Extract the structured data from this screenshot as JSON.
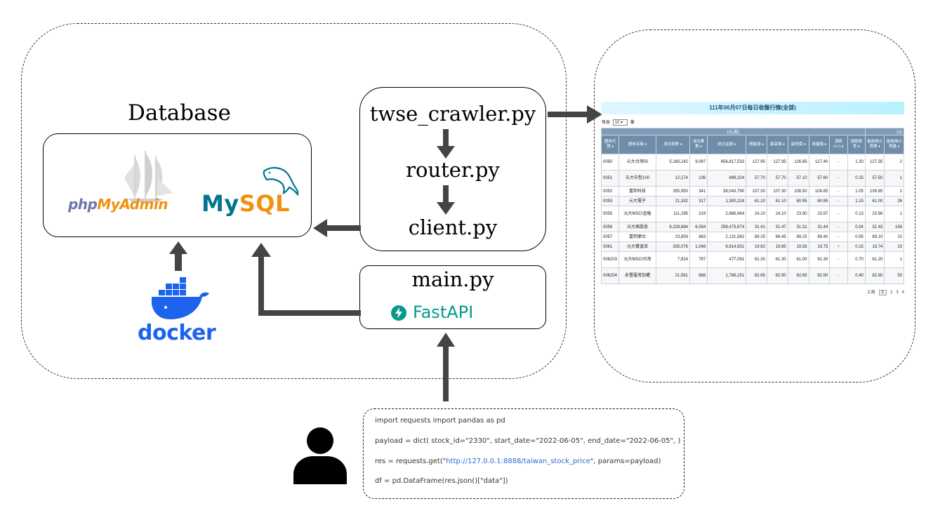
{
  "database": {
    "title": "Database",
    "phpmyadmin_php": "php",
    "phpmyadmin_myadmin": "MyAdmin",
    "mysql_my": "My",
    "mysql_sql": "SQL",
    "docker_label": "docker"
  },
  "pipeline": {
    "crawler": "twse_crawler.py",
    "router": "router.py",
    "client": "client.py",
    "main": "main.py",
    "fastapi": "FastAPI"
  },
  "stock_table": {
    "title": "111年06月07日每日收盤行情(全部)",
    "per_page_prefix": "每頁",
    "per_page_value": "10",
    "per_page_suffix": "筆",
    "group_header": "(元,股)",
    "group_header_right": "(元",
    "columns": [
      "證券代號 ♦",
      "證券名稱 ♦",
      "成交股數 ♦",
      "成交筆數 ♦",
      "成交金額 ♦",
      "開盤價 ♦",
      "最高價 ♦",
      "最低價 ♦",
      "收盤價 ♦",
      "漲跌(+/-) ♦",
      "漲跌價差 ♦",
      "最後揭示買價 ♦",
      "最後揭示買量 ♦"
    ],
    "rows": [
      [
        "0050",
        "元大台灣50",
        "5,160,242",
        "9,097",
        "656,817,533",
        "127.95",
        "127.95",
        "126.85",
        "127.40",
        "-",
        "1.30",
        "127.35",
        "2"
      ],
      [
        "0051",
        "元大中型100",
        "12,174",
        "136",
        "699,324",
        "57.70",
        "57.70",
        "57.10",
        "57.60",
        "-",
        "0.15",
        "57.50",
        "1"
      ],
      [
        "0052",
        "富邦科技",
        "355,950",
        "341",
        "38,043,790",
        "107.30",
        "107.30",
        "106.50",
        "106.85",
        "-",
        "1.05",
        "106.85",
        "1"
      ],
      [
        "0053",
        "元大電子",
        "21,332",
        "317",
        "1,300,224",
        "61.10",
        "61.10",
        "60.95",
        "60.95",
        "-",
        "1.15",
        "61.00",
        "26"
      ],
      [
        "0055",
        "元大MSCI金融",
        "111,295",
        "319",
        "2,666,664",
        "24.10",
        "24.10",
        "23.90",
        "23.97",
        "-",
        "0.13",
        "23.96",
        "1"
      ],
      [
        "0056",
        "元大高股息",
        "8,228,884",
        "6,054",
        "258,473,674",
        "31.41",
        "31.47",
        "31.31",
        "31.44",
        "-",
        "0.04",
        "31.43",
        "158"
      ],
      [
        "0057",
        "富邦摩台",
        "23,859",
        "863",
        "2,131,582",
        "89.25",
        "89.45",
        "89.25",
        "89.40",
        "-",
        "0.95",
        "89.10",
        "10"
      ],
      [
        "0061",
        "元大寶滬深",
        "335,076",
        "1,048",
        "6,614,931",
        "19.62",
        "19.85",
        "19.58",
        "19.75",
        "+",
        "0.15",
        "19.74",
        "10"
      ],
      [
        "006203",
        "元大MSCI台灣",
        "7,814",
        "797",
        "477,091",
        "61.30",
        "61.30",
        "61.00",
        "61.30",
        "-",
        "0.70",
        "61.20",
        "1"
      ],
      [
        "006204",
        "永豐臺灣加權",
        "21,561",
        "688",
        "1,786,151",
        "82.65",
        "82.90",
        "82.65",
        "82.90",
        "-",
        "0.40",
        "82.80",
        "50"
      ]
    ],
    "pager": [
      "上頁",
      "1",
      "2",
      "3",
      "4"
    ]
  },
  "code": {
    "line1": "import requests import pandas as pd",
    "line2": "payload = dict( stock_id=\"2330\", start_date=\"2022-06-05\", end_date=\"2022-06-05\", )",
    "line3_prefix": "res = requests.get(\"",
    "line3_url": "http://127.0.0.1:8888/taiwan_stock_price",
    "line3_suffix": "\", params=payload)",
    "line4": "df = pd.DataFrame(res.json()[\"data\"])"
  },
  "colors": {
    "php_blue": "#6c78af",
    "myadmin_orange": "#f29111",
    "mysql_blue": "#00758f",
    "mysql_orange": "#f29111",
    "docker_blue": "#1d63ed",
    "fastapi_teal": "#05998b",
    "arrow_gray": "#444444"
  },
  "icons": [
    "sailboat-icon",
    "dolphin-icon",
    "docker-whale-icon",
    "fastapi-bolt-icon",
    "user-icon"
  ]
}
